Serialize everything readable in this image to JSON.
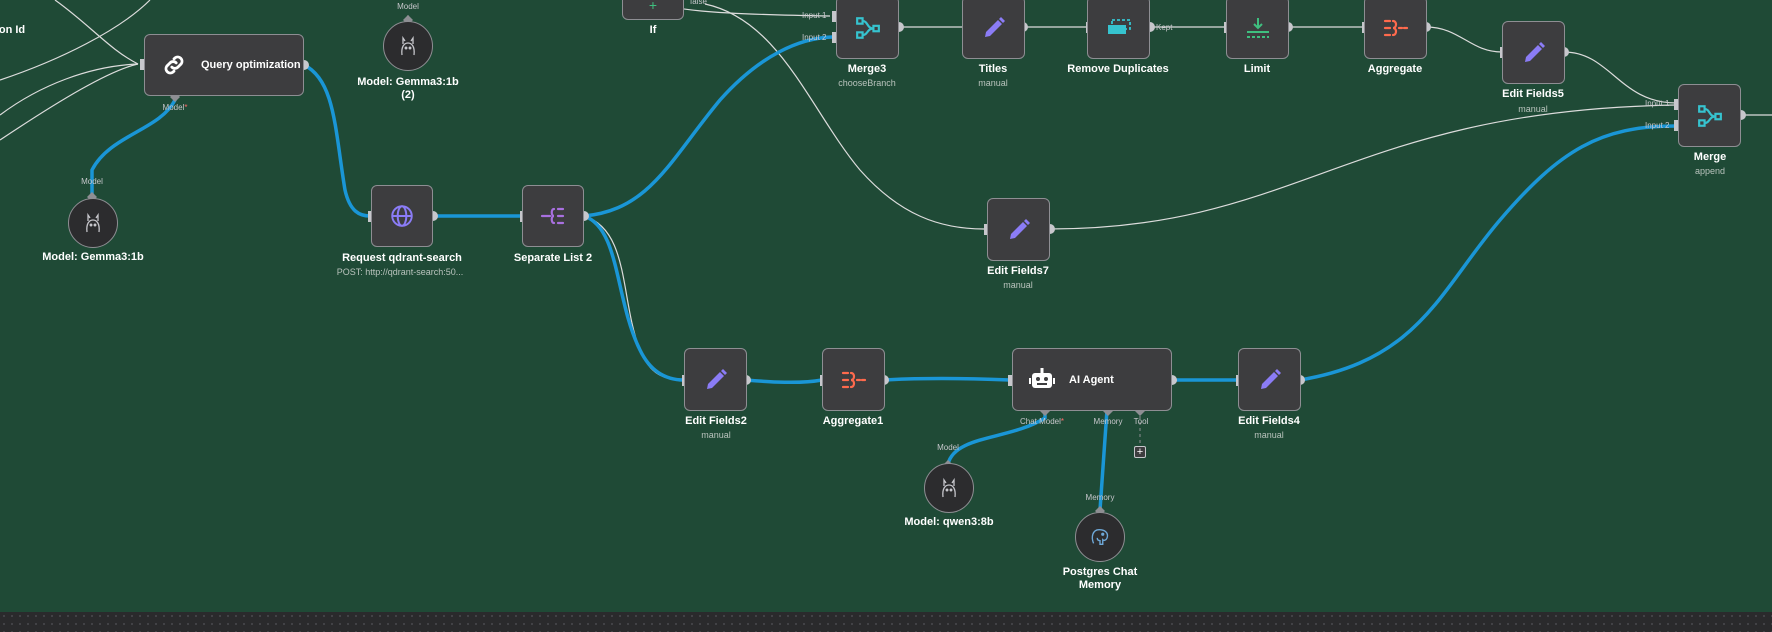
{
  "nodes": {
    "prev_id_label": "on Id",
    "if": {
      "title": "If",
      "false_label": "false"
    },
    "query_optimization": {
      "label": "Query optimization",
      "port_label": "Model"
    },
    "model_gemma_2": {
      "title": "Model: Gemma3:1b\n(2)",
      "port_label": "Model"
    },
    "model_gemma": {
      "title": "Model: Gemma3:1b",
      "port_label": "Model"
    },
    "request_qdrant": {
      "title": "Request qdrant-search",
      "subtitle": "POST: http://qdrant-search:50..."
    },
    "separate_list_2": {
      "title": "Separate List 2"
    },
    "merge3": {
      "title": "Merge3",
      "subtitle": "chooseBranch",
      "input1": "Input 1",
      "input2": "Input 2"
    },
    "titles": {
      "title": "Titles",
      "subtitle": "manual"
    },
    "remove_duplicates": {
      "title": "Remove Duplicates",
      "kept_label": "Kept"
    },
    "limit": {
      "title": "Limit"
    },
    "aggregate": {
      "title": "Aggregate"
    },
    "edit_fields5": {
      "title": "Edit Fields5",
      "subtitle": "manual"
    },
    "merge": {
      "title": "Merge",
      "subtitle": "append",
      "input1": "Input 1",
      "input2": "Input 2"
    },
    "edit_fields7": {
      "title": "Edit Fields7",
      "subtitle": "manual"
    },
    "edit_fields2": {
      "title": "Edit Fields2",
      "subtitle": "manual"
    },
    "aggregate1": {
      "title": "Aggregate1"
    },
    "ai_agent": {
      "label": "AI Agent",
      "chat_model": "Chat Model",
      "memory": "Memory",
      "tool": "Tool"
    },
    "edit_fields4": {
      "title": "Edit Fields4",
      "subtitle": "manual"
    },
    "model_qwen": {
      "title": "Model: qwen3:8b",
      "port_label": "Model"
    },
    "postgres": {
      "title": "Postgres Chat\nMemory",
      "port_label": "Memory"
    }
  },
  "colors": {
    "canvas": "#1f4a36",
    "node_bg": "#3d3d3f",
    "highlight": "#1a96d6",
    "edit_icon": "#8b7cf6",
    "merge_icon": "#36c3cf",
    "aggregate_icon": "#ff6a4d",
    "limit_icon": "#3fbf7f"
  }
}
